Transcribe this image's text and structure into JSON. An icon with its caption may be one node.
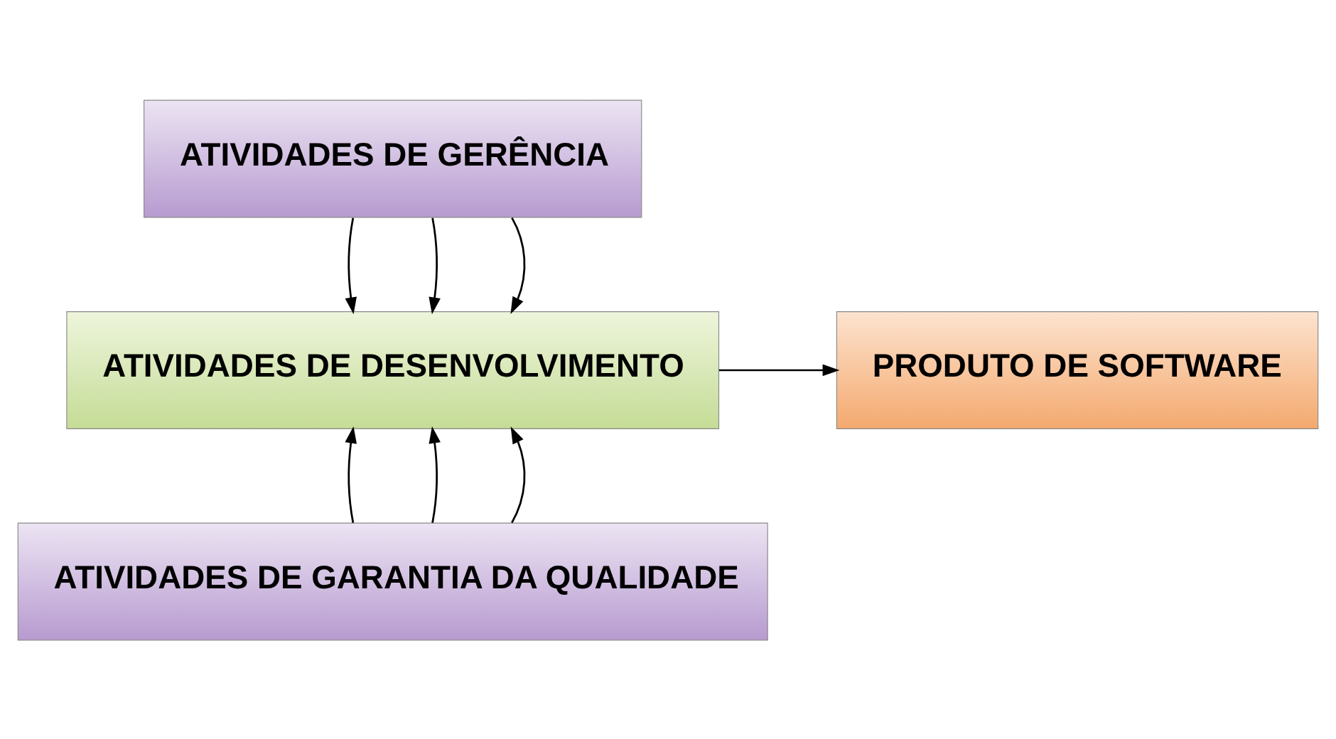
{
  "diagram": {
    "nodes": [
      {
        "text": [
          "ATIVIDADES DE GERÊNCIA"
        ]
      },
      {
        "text": [
          "ATIVIDADES DE DESENVOLVIMENTO"
        ]
      },
      {
        "text": [
          "PRODUTO DE SOFTWARE"
        ]
      },
      {
        "text": [
          "ATIVIDADES DE GARANTIA DA QUALIDADE"
        ]
      }
    ],
    "edges": [
      {
        "from": 0,
        "to": 1,
        "arrow": "to"
      },
      {
        "from": 0,
        "to": 1,
        "arrow": "to"
      },
      {
        "from": 0,
        "to": 1,
        "arrow": "to"
      },
      {
        "from": 1,
        "to": 2,
        "arrow": "to"
      },
      {
        "from": 3,
        "to": 1,
        "arrow": "to"
      },
      {
        "from": 3,
        "to": 1,
        "arrow": "to"
      },
      {
        "from": 3,
        "to": 1,
        "arrow": "to"
      }
    ]
  }
}
